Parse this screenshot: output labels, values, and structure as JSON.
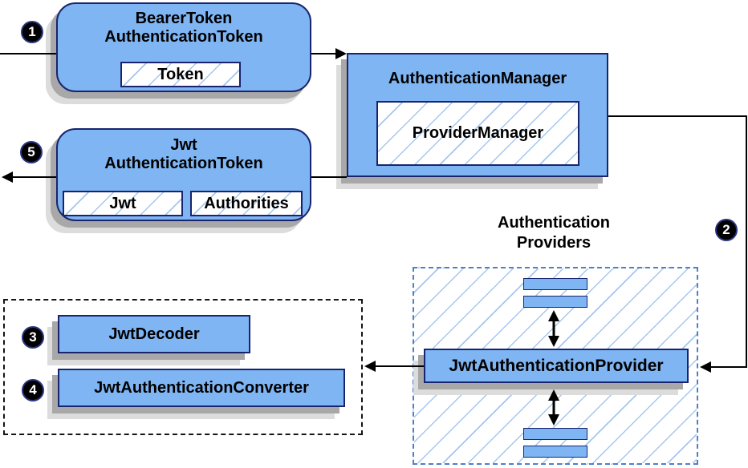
{
  "colors": {
    "box_fill": "#7fb5f3",
    "box_border": "#18246e",
    "hatch_line": "#a5c6ef",
    "providers_dash_border": "#4d80c5",
    "outer_dash_border": "#141414",
    "shadow_dark": "#a8a8a8",
    "shadow_light": "#dcdcdc",
    "connector": "#000000",
    "badge_fill": "#000000",
    "badge_text": "#ffffff"
  },
  "badges": [
    {
      "id": "step-1",
      "label": "1"
    },
    {
      "id": "step-2",
      "label": "2"
    },
    {
      "id": "step-3",
      "label": "3"
    },
    {
      "id": "step-4",
      "label": "4"
    },
    {
      "id": "step-5",
      "label": "5"
    }
  ],
  "boxes": {
    "bearer_token": {
      "title_line1": "BearerToken",
      "title_line2": "AuthenticationToken",
      "chips": [
        "Token"
      ]
    },
    "authentication_manager": {
      "title": "AuthenticationManager",
      "inner": "ProviderManager"
    },
    "jwt_authentication_token": {
      "title_line1": "Jwt",
      "title_line2": "AuthenticationToken",
      "chips": [
        "Jwt",
        "Authorities"
      ]
    },
    "jwt_authentication_provider": {
      "title": "JwtAuthenticationProvider"
    },
    "jwt_decoder": {
      "title": "JwtDecoder"
    },
    "jwt_authentication_converter": {
      "title": "JwtAuthenticationConverter"
    }
  },
  "labels": {
    "providers_group_line1": "Authentication",
    "providers_group_line2": "Providers"
  }
}
